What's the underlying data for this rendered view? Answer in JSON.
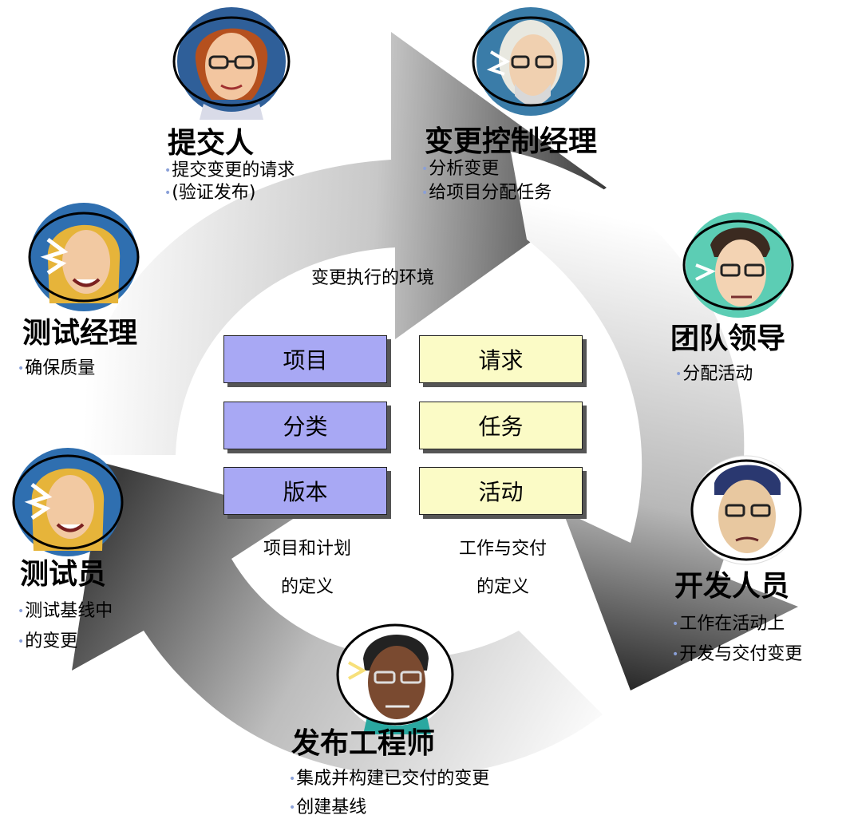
{
  "diagram": {
    "environment_label": "变更执行的环境",
    "boxes": {
      "left": [
        "项目",
        "分类",
        "版本"
      ],
      "right": [
        "请求",
        "任务",
        "活动"
      ],
      "left_color": "#a8a8f4",
      "right_color": "#fbfbc6"
    },
    "captions": {
      "left": [
        "项目和计划",
        "的定义"
      ],
      "right": [
        "工作与交付",
        "的定义"
      ]
    },
    "roles": [
      {
        "id": "submitter",
        "title": "提交人",
        "bullets": [
          "提交变更的请求",
          "(验证发布)"
        ]
      },
      {
        "id": "ccm",
        "title": "变更控制经理",
        "bullets": [
          "分析变更",
          "给项目分配任务"
        ]
      },
      {
        "id": "team-lead",
        "title": "团队领导",
        "bullets": [
          "分配活动"
        ]
      },
      {
        "id": "developer",
        "title": "开发人员",
        "bullets": [
          "工作在活动上",
          "开发与交付变更"
        ]
      },
      {
        "id": "release-engineer",
        "title": "发布工程师",
        "bullets": [
          "集成并构建已交付的变更",
          "创建基线"
        ]
      },
      {
        "id": "tester",
        "title": "测试员",
        "bullets": [
          "测试基线中",
          "的变更"
        ]
      },
      {
        "id": "test-manager",
        "title": "测试经理",
        "bullets": [
          "确保质量"
        ]
      }
    ]
  }
}
